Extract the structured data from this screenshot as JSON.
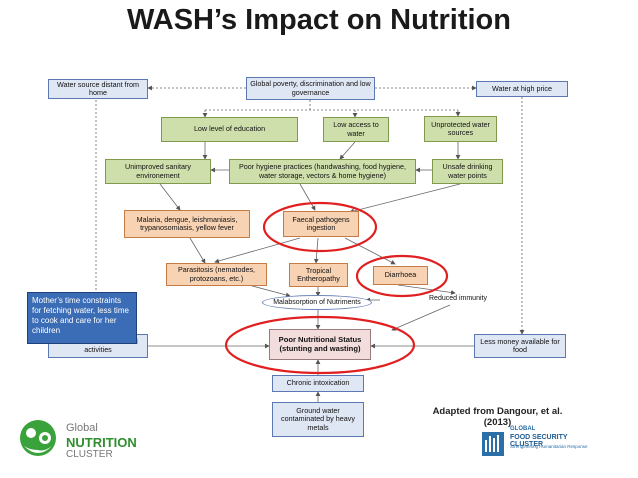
{
  "title": "WASH’s Impact on Nutrition",
  "nodes": {
    "water_source": "Water source distant from home",
    "poverty": "Global poverty, discrimination and low governance",
    "high_price": "Water at high price",
    "low_education": "Low level of education",
    "low_access": "Low access to water",
    "unprotected": "Unprotected water sources",
    "unimproved": "Unimproved sanitary environement",
    "poor_hygiene": "Poor hygiene practices (handwashing, food hygiene, water storage, vectors & home hygiene)",
    "unsafe": "Unsafe drinking water points",
    "malaria": "Malaria, dengue, leishmaniasis, trypanosomiasis, yellow fever",
    "faecal": "Faecal pathogens ingestion",
    "parasitosis": "Parasitosis (nematodes, protozoans, etc.)",
    "tropical": "Tropical Entheropathy",
    "diarrhoea": "Diarrhoea",
    "malabsorption": "Malabsorption of Nutriments",
    "reduced_immunity": "Reduced immunity",
    "less_time": "Less time for economical activities",
    "poor_status": "Poor Nutritional Status (stunting and wasting)",
    "less_money": "Less money available for food",
    "chronic": "Chronic intoxication",
    "ground_water": "Ground water contaminated by heavy metals"
  },
  "callout": "Mother’s time constraints for fetching water, less time to cook and care for her children",
  "citation": "Adapted from Dangour, et al. (2013)",
  "logos": {
    "gnc_line1": "Global",
    "gnc_line2": "NUTRITION",
    "gnc_line3": "CLUSTER",
    "fsc_line1": "GLOBAL",
    "fsc_line2": "FOOD SECURITY CLUSTER",
    "fsc_line3": "Strengthening Humanitarian Response"
  },
  "colors": {
    "blue_box": "#dfe6f4",
    "green_box": "#cfdfac",
    "peach_box": "#f7d2b3",
    "pink_box": "#f3dcdc",
    "highlight_ring": "#e02020",
    "callout": "#3b6cb6"
  }
}
